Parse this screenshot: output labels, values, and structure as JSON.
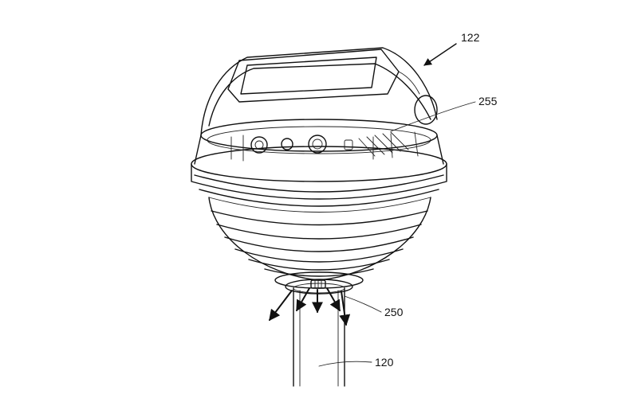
{
  "figure": {
    "labels": {
      "device": "122",
      "upper_band": "255",
      "outlet": "250",
      "pole": "120"
    }
  }
}
